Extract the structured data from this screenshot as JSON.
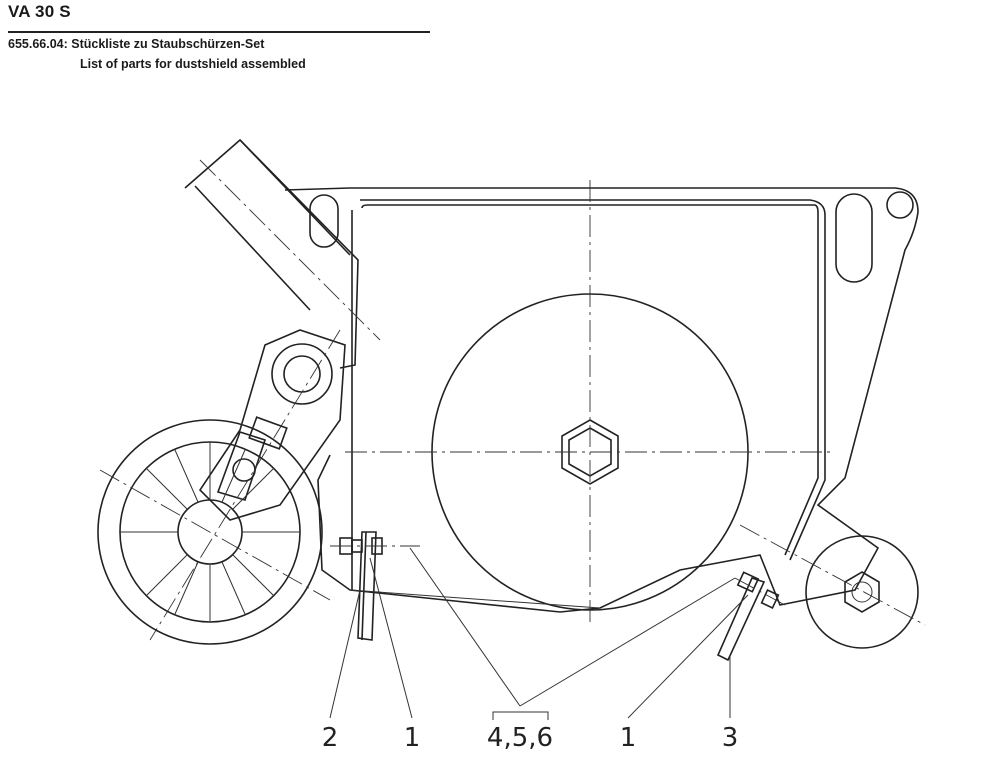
{
  "header": {
    "title": "VA 30 S",
    "code": "655.66.04:",
    "subtitle_de": "Stückliste zu Staubschürzen-Set",
    "subtitle_en": "List of parts for dustshield assembled"
  },
  "callouts": [
    {
      "id": "c2",
      "label": "2"
    },
    {
      "id": "c1a",
      "label": "1"
    },
    {
      "id": "c456",
      "label": "4,5,6"
    },
    {
      "id": "c1b",
      "label": "1"
    },
    {
      "id": "c3",
      "label": "3"
    }
  ]
}
